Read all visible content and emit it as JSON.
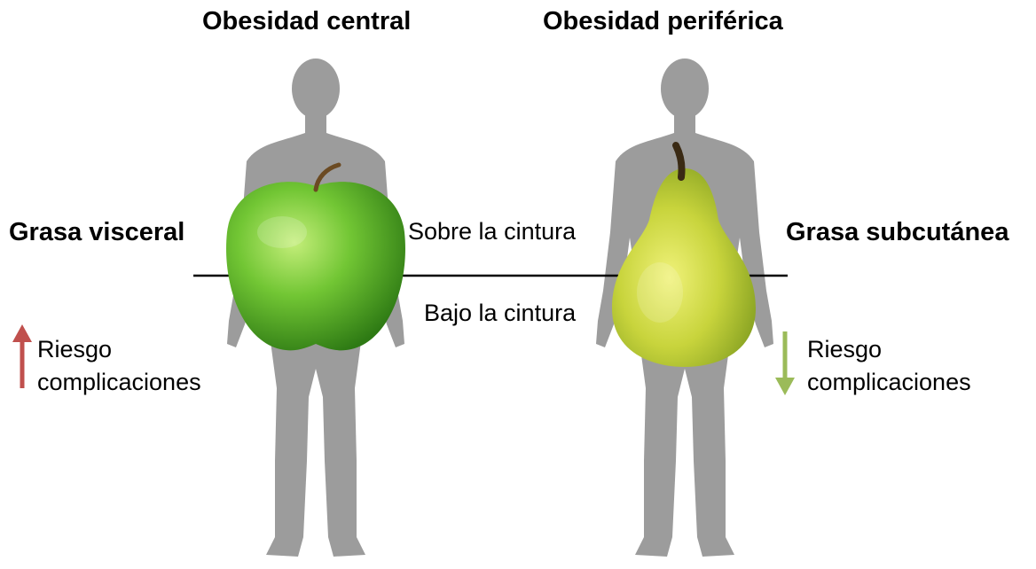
{
  "diagram": {
    "left": {
      "title": "Obesidad central",
      "fat_label": "Grasa visceral",
      "fruit_icon": "apple-icon",
      "risk": {
        "line1": "Riesgo",
        "line2": "complicaciones",
        "direction": "up",
        "arrow_icon": "up-arrow-icon",
        "color": "#c0504d"
      }
    },
    "right": {
      "title": "Obesidad periférica",
      "fat_label": "Grasa subcutánea",
      "fruit_icon": "pear-icon",
      "risk": {
        "line1": "Riesgo",
        "line2": "complicaciones",
        "direction": "down",
        "arrow_icon": "down-arrow-icon",
        "color": "#9bbb59"
      }
    },
    "waist": {
      "above": "Sobre la cintura",
      "below": "Bajo la cintura"
    },
    "colors": {
      "silhouette": "#9c9c9c",
      "apple": "#6cc030",
      "pear": "#c4d43a",
      "waistline": "#000000"
    }
  }
}
